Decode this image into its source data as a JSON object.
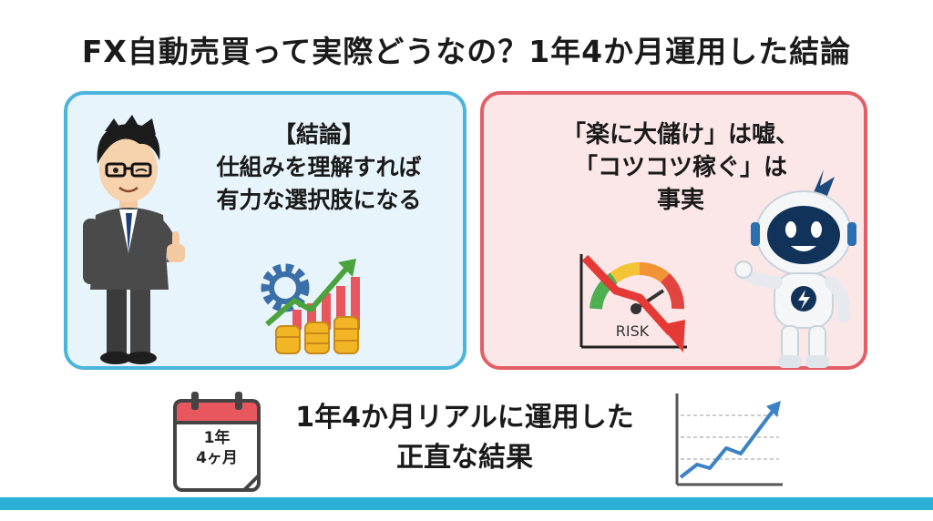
{
  "title": "FX自動売買って実際どうなの？1年4か月運用した結論",
  "left_panel": {
    "heading": "【結論】",
    "line1": "仕組みを理解すれば",
    "line2": "有力な選択肢になる"
  },
  "right_panel": {
    "line1": "「楽に大儲け」は嘘、",
    "line2": "「コツコツ稼ぐ」は",
    "line3": "事実",
    "gauge_label": "RISK"
  },
  "bottom": {
    "calendar_line1": "1年",
    "calendar_line2": "4ヶ月",
    "line1": "1年4か月リアルに運用した",
    "line2": "正直な結果"
  },
  "colors": {
    "left_border": "#4bb4dc",
    "left_bg": "#e8f4fb",
    "right_border": "#e25f66",
    "right_bg": "#fbe7e8",
    "footer_bar": "#2cb0d6"
  },
  "icons": [
    "businessman-illustration",
    "gear-icon",
    "growth-chart-icon",
    "coin-stack-icon",
    "risk-gauge-icon",
    "down-arrow-icon",
    "robot-mascot",
    "calendar-icon",
    "line-chart-icon"
  ]
}
